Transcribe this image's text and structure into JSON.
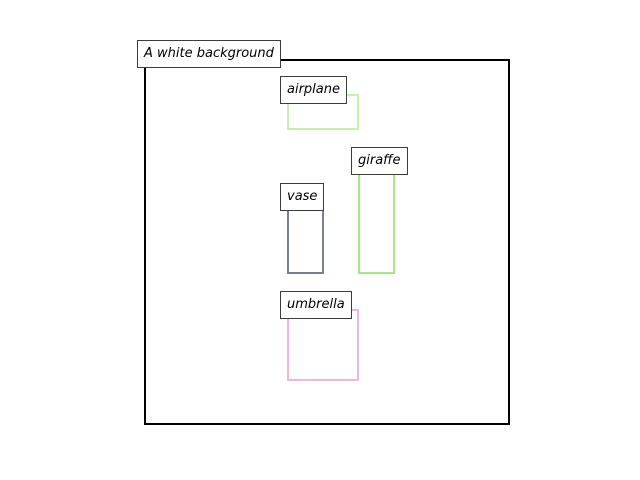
{
  "caption": "A white background",
  "objects": [
    {
      "id": "airplane",
      "label": "airplane",
      "color": "#c6f0a8"
    },
    {
      "id": "giraffe",
      "label": "giraffe",
      "color": "#a4e888"
    },
    {
      "id": "vase",
      "label": "vase",
      "color": "#778090"
    },
    {
      "id": "umbrella",
      "label": "umbrella",
      "color": "#f4b4e0"
    }
  ]
}
